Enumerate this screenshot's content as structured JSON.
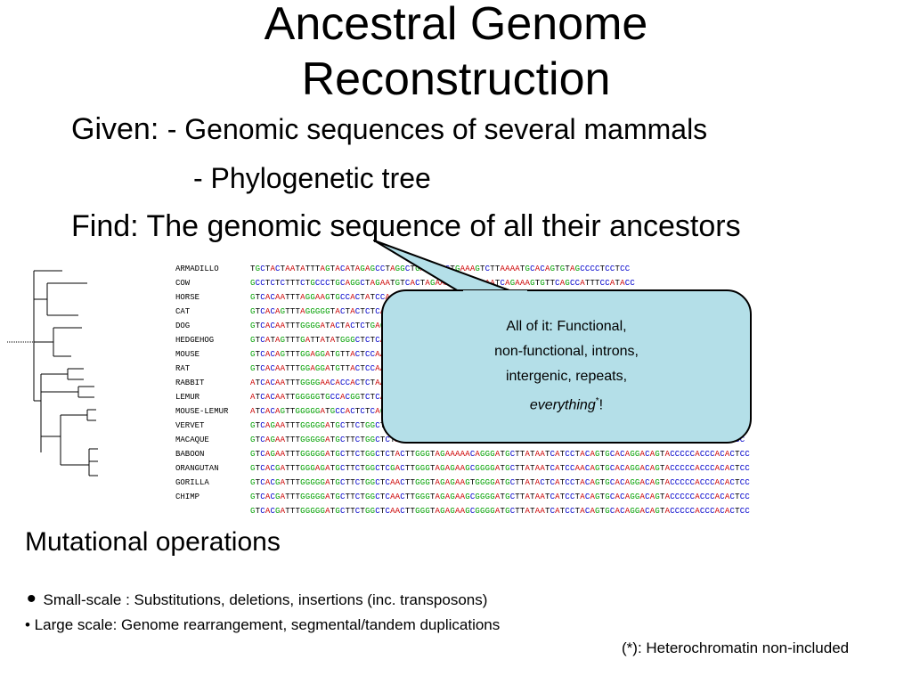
{
  "slide": {
    "title_line1": "Ancestral Genome",
    "title_line2": "Reconstruction",
    "given_label": "Given:",
    "given_item1": "- Genomic sequences of several mammals",
    "given_item2": "- Phylogenetic tree",
    "find_label": "Find:",
    "find_text": "The genomic sequence of all their ancestors"
  },
  "colors": {
    "A": "#cc0000",
    "C": "#0000cc",
    "G": "#00a000",
    "T": "#000000",
    "bubble_fill": "#b4dfe8"
  },
  "alignment": {
    "rows": [
      {
        "species": "ARMADILLO",
        "seq": "TGCTACTAATATTTAGTACATAGAGCCTAGGCTGAGCTGCTGAAAGTCTTAAAATGCACAGTGTAGCCCCTCCTCC"
      },
      {
        "species": "COW",
        "seq": "GCCTCTCTTTCTGCCCTGCAGGCTAGAATGTCACTAGAAAGCTTCCAAATCAGAAAGTGTTCAGCCATTTCCATACC"
      },
      {
        "species": "HORSE",
        "seq": "GTCACAATTTAGGAAGTGCCACTATCCACACCCAGGGGATCTACCCCCCCAAGCATGCCCTCAGAACAGCACCCCTACCCTCACCCC"
      },
      {
        "species": "CAT",
        "seq": "GTCACAGTTTAGGGGGTACTACTCTCAGAACCAGGGTATCTCTCCCCCTCTTCCACCCCCTACTTTCACCCC"
      },
      {
        "species": "DOG",
        "seq": "GTCACAATTTGGGGATACTACTCTGAGAACCAGGGTATCTCCCCCCCCCTTCCCTTATCTTCACCCC"
      },
      {
        "species": "HEDGEHOG",
        "seq": "GTCATAGTTTGATTATATGGGCTCTCAAGACCAGAATCCTGCCCATCTTCACTTC"
      },
      {
        "species": "MOUSE",
        "seq": "GTCACAGTTTGGAGGATGTTACTCCAACACCAGGGAGT"
      },
      {
        "species": "RAT",
        "seq": "GTCACAATTTGGAGGATGTTACTCCAACACCAGGGAGT"
      },
      {
        "species": "RABBIT",
        "seq": "ATCACAATTTGGGGAACACCACTCTAAGACCAGGGACCCACATCCCGCACC"
      },
      {
        "species": "LEMUR",
        "seq": "ATCACAATTGGGGGTGCCACGGTCTCAGCACCAGGGCACTCCCACCAC"
      },
      {
        "species": "MOUSE-LEMUR",
        "seq": "ATCACAGTTGGGGGATGCCACTCTCAGCACCAGGTTCACCACCACTCC"
      },
      {
        "species": "VERVET",
        "seq": "GTCAGAATTTGGGGGATGCTTCTGGCTCTACTTGGGTAGAAAACAGGGATGCTTATAATCATCCTACAGTGCACAGGACAGTACCCCCACCCACACTCC"
      },
      {
        "species": "MACAQUE",
        "seq": "GTCAGAATTTGGGGGATGCTTCTGGCTCTACTTGGGTAGAAAACAGGGATGCTTATAATCATCCTACAGTGCACAGGACAGTACCCCCACCCACACTCC"
      },
      {
        "species": "BABOON",
        "seq": "GTCAGAATTTGGGGGATGCTTCTGGCTCTACTTGGGTAGAAAAACAGGGATGCTTATAATCATCCTACAGTGCACAGGACAGTACCCCCACCCACACTCC"
      },
      {
        "species": "ORANGUTAN",
        "seq": "GTCACGATTTGGGAGATGCTTCTGGCTCGACTTGGGTAGAGAAGCGGGGATGCTTATAATCATCCAACAGTGCACAGGACAGTACCCCCACCCACACTCC"
      },
      {
        "species": "GORILLA",
        "seq": "GTCACGATTTGGGGGATGCTTCTGGCTCAACTTGGGTAGAGAAGTGGGGATGCTTATACTCATCCTACAGTGCACAGGACAGTACCCCCACCCACACTCC"
      },
      {
        "species": "CHIMP",
        "seq": "GTCACGATTTGGGGGATGCTTCTGGCTCAACTTGGGTAGAGAAGCGGGGATGCTTATAATCATCCTACAGTGCACAGGACAGTACCCCCACCCACACTCC"
      },
      {
        "species": "",
        "seq": "GTCACGATTTGGGGGATGCTTCTGGCTCAACTTGGGTAGAGAAGCGGGGATGCTTATAATCATCCTACAGTGCACAGGACAGTACCCCCACCCACACTCC"
      }
    ]
  },
  "callout": {
    "line1": "All of it: Functional,",
    "line2": "non-functional, introns,",
    "line3": "intergenic, repeats,",
    "line4_em": "everything",
    "line4_sup": "*",
    "line4_end": "!"
  },
  "mutations": {
    "title": "Mutational operations",
    "bullet_symbol": "•",
    "small_scale": "Small-scale : Substitutions, deletions, insertions (inc. transposons)",
    "large_scale": "• Large scale: Genome rearrangement,  segmental/tandem duplications"
  },
  "footnote": "(*): Heterochromatin non-included"
}
